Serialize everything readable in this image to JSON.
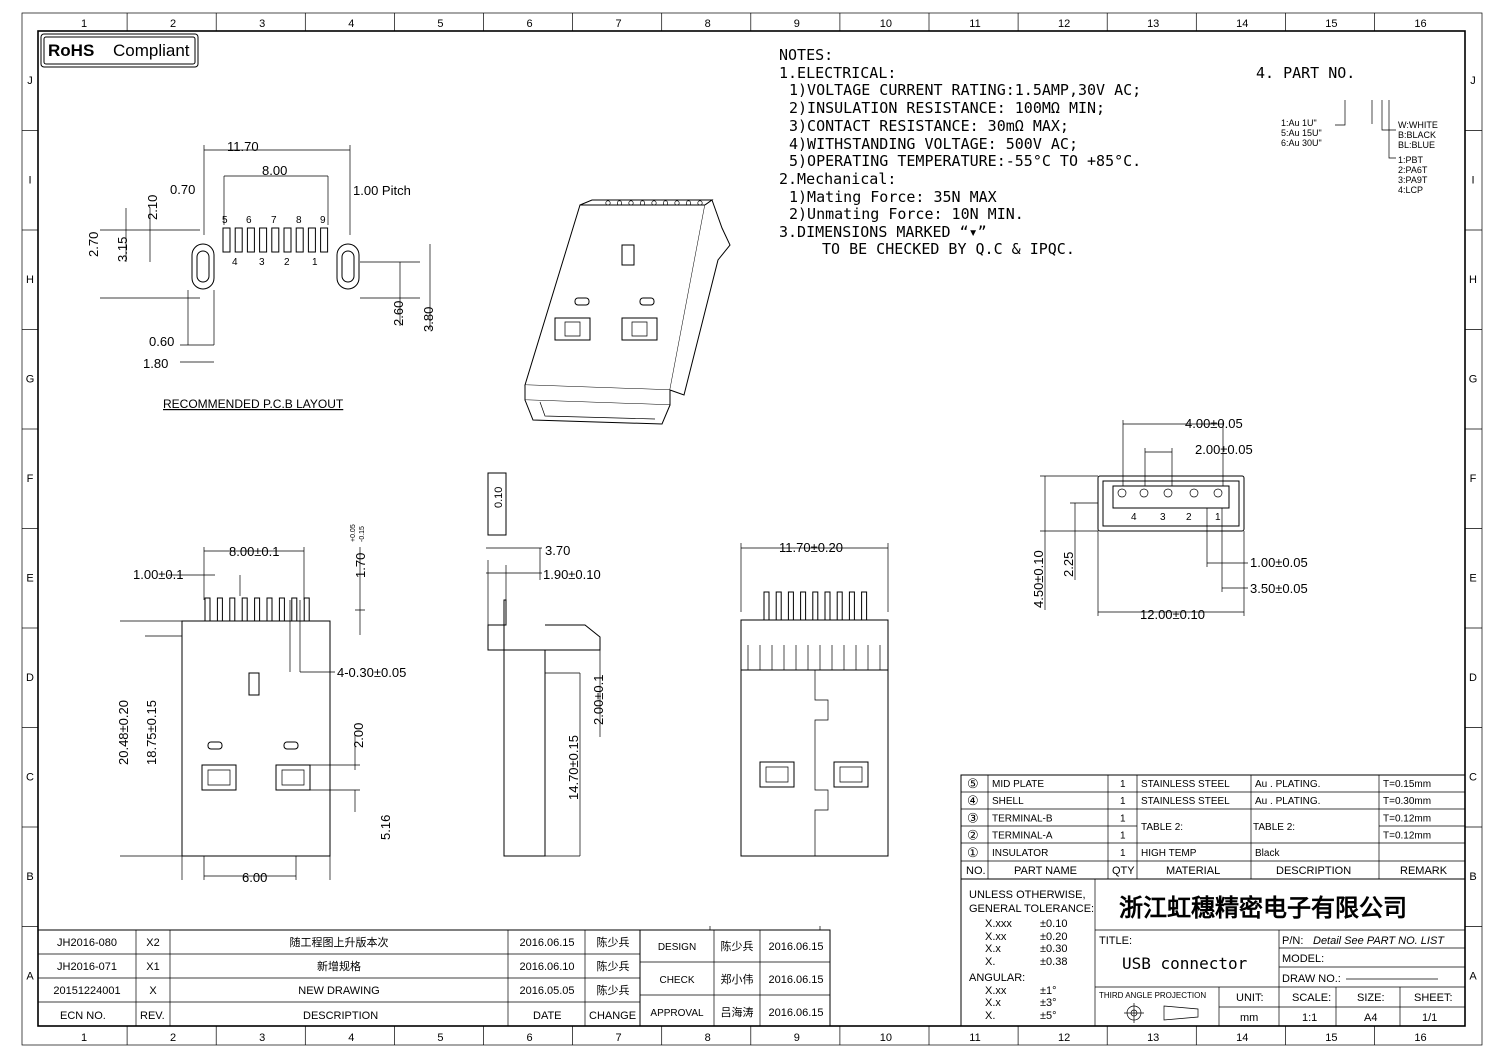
{
  "badge": {
    "rohs": "RoHS",
    "compliant": "Compliant"
  },
  "grid": {
    "cols": [
      "1",
      "2",
      "3",
      "4",
      "5",
      "6",
      "7",
      "8",
      "9",
      "10",
      "11",
      "12",
      "13",
      "14",
      "15",
      "16"
    ],
    "rows": [
      "J",
      "I",
      "H",
      "G",
      "F",
      "E",
      "D",
      "C",
      "B",
      "A"
    ]
  },
  "notes": {
    "head": "NOTES:",
    "elec": "1.ELECTRICAL:",
    "e1": "1)VOLTAGE CURRENT RATING:1.5AMP,30V AC;",
    "e2": "2)INSULATION RESISTANCE: 100MΩ MIN;",
    "e3": "3)CONTACT RESISTANCE: 30mΩ MAX;",
    "e4": "4)WITHSTANDING VOLTAGE: 500V AC;",
    "e5": "5)OPERATING TEMPERATURE:-55°C TO +85°C.",
    "mech": "2.Mechanical:",
    "m1": "1)Mating Force:  35N MAX",
    "m2": "2)Unmating Force:  10N MIN.",
    "dim": "3.DIMENSIONS MARKED “▾”",
    "dim2": "TO BE CHECKED BY Q.C & IPQC."
  },
  "part_no": {
    "title": "4. PART NO.",
    "plating": [
      "1:Au 1U\"",
      "5:Au 15U\"",
      "6:Au 30U\""
    ],
    "color": [
      "W:WHITE",
      "B:BLACK",
      "BL:BLUE"
    ],
    "material": [
      "1:PBT",
      "2:PA6T",
      "3:PA9T",
      "4:LCP"
    ]
  },
  "pcb": {
    "title": "RECOMMENDED P.C.B LAYOUT",
    "d_1170": "11.70",
    "d_800": "8.00",
    "d_070": "0.70",
    "d_100p": "1.00 Pitch",
    "d_210": "2.10",
    "d_270": "2.70",
    "d_315": "3.15",
    "d_260": "2.60",
    "d_380": "3.80",
    "d_060": "0.60",
    "d_180": "1.80",
    "pins_top": [
      "5",
      "6",
      "7",
      "8",
      "9"
    ],
    "pins_bot": [
      "4",
      "3",
      "2",
      "1"
    ]
  },
  "front": {
    "d_800": "8.00±0.1",
    "d_100": "1.00±0.1",
    "d_170": "1.70",
    "d_170tol_up": "+0.05",
    "d_170tol_dn": "-0.15",
    "d_030": "4-0.30±0.05",
    "d_2048": "20.48±0.20",
    "d_1875": "18.75±0.15",
    "d_200": "2.00",
    "d_516": "5.16",
    "d_600": "6.00"
  },
  "side": {
    "d_010": "0.10",
    "d_370": "3.70",
    "d_190": "1.90±0.10",
    "d_200": "2.00±0.1",
    "d_1470": "14.70±0.15"
  },
  "back": {
    "d_1170": "11.70±0.20"
  },
  "end": {
    "d_400": "4.00±0.05",
    "d_200": "2.00±0.05",
    "d_100": "1.00±0.05",
    "d_350": "3.50±0.05",
    "d_1200": "12.00±0.10",
    "d_450": "4.50±0.10",
    "d_225": "2.25",
    "pins": [
      "4",
      "3",
      "2",
      "1"
    ]
  },
  "bom": {
    "rows": [
      {
        "no": "⑤",
        "name": "MID PLATE",
        "qty": "1",
        "mat": "STAINLESS STEEL",
        "desc": "Au . PLATING.",
        "rem": "T=0.15mm"
      },
      {
        "no": "④",
        "name": "SHELL",
        "qty": "1",
        "mat": "STAINLESS STEEL",
        "desc": "Au . PLATING.",
        "rem": "T=0.30mm"
      },
      {
        "no": "③",
        "name": "TERMINAL-B",
        "qty": "1",
        "mat": "",
        "desc": "",
        "rem": "T=0.12mm"
      },
      {
        "no": "②",
        "name": "TERMINAL-A",
        "qty": "1",
        "mat": "",
        "desc": "",
        "rem": "T=0.12mm"
      },
      {
        "no": "①",
        "name": "INSULATOR",
        "qty": "1",
        "mat": "HIGH TEMP",
        "desc": "Black",
        "rem": ""
      }
    ],
    "table2_mat": "TABLE 2:",
    "table2_desc": "TABLE 2:",
    "headers": {
      "no": "NO.",
      "name": "PART NAME",
      "qty": "QTY",
      "mat": "MATERIAL",
      "desc": "DESCRIPTION",
      "rem": "REMARK"
    }
  },
  "tol": {
    "l1": "UNLESS OTHERWISE,",
    "l2": "GENERAL TOLERANCE:",
    "r1a": "X.xxx",
    "r1b": "±0.10",
    "r2a": "X.xx",
    "r2b": "±0.20",
    "r3a": "X.x",
    "r3b": "±0.30",
    "r4a": "X.",
    "r4b": "±0.38",
    "ang": "ANGULAR:",
    "a1a": "X.xx",
    "a1b": "±1°",
    "a2a": "X.x",
    "a2b": "±3°",
    "a3a": "X.",
    "a3b": "±5°"
  },
  "title_block": {
    "company": "浙江虹穗精密电子有限公司",
    "title_label": "TITLE:",
    "title": "USB connector",
    "pn_label": "P/N:",
    "pn": "Detail  See  PART  NO.  LIST",
    "model": "MODEL:",
    "drawno": "DRAW  NO.:",
    "proj": "THIRD  ANGLE  PROJECTION",
    "unit_l": "UNIT:",
    "unit": "mm",
    "scale_l": "SCALE:",
    "scale": "1:1",
    "size_l": "SIZE:",
    "size": "A4",
    "sheet_l": "SHEET:",
    "sheet": "1/1"
  },
  "revisions": [
    {
      "ecn": "JH2016-080",
      "rev": "X2",
      "desc": "随工程图上升版本次",
      "date": "2016.06.15",
      "chg": "陈少兵"
    },
    {
      "ecn": "JH2016-071",
      "rev": "X1",
      "desc": "新增规格",
      "date": "2016.06.10",
      "chg": "陈少兵"
    },
    {
      "ecn": "20151224001",
      "rev": "X",
      "desc": "NEW DRAWING",
      "date": "2016.05.05",
      "chg": "陈少兵"
    }
  ],
  "rev_head": {
    "ecn": "ECN NO.",
    "rev": "REV.",
    "desc": "DESCRIPTION",
    "date": "DATE",
    "chg": "CHANGE"
  },
  "approvals": [
    {
      "role": "DESIGN",
      "name": "陈少兵",
      "date": "2016.06.15"
    },
    {
      "role": "CHECK",
      "name": "郑小伟",
      "date": "2016.06.15"
    },
    {
      "role": "APPROVAL",
      "name": "吕海涛",
      "date": "2016.06.15"
    }
  ]
}
